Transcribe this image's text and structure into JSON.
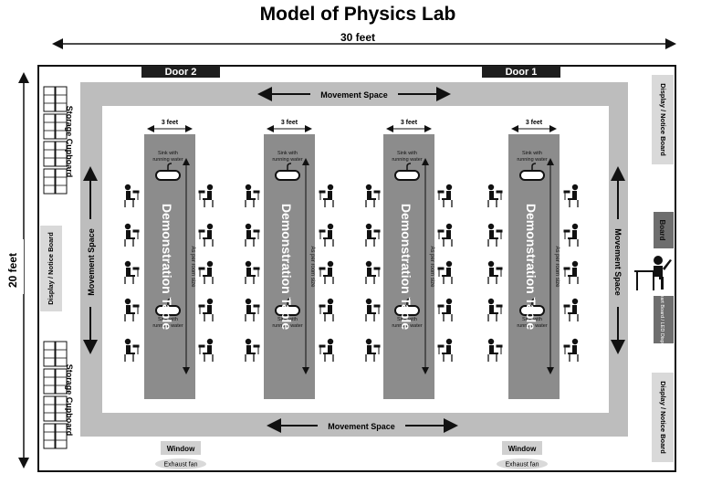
{
  "title": "Model of Physics Lab",
  "dimensions": {
    "width_label": "30 feet",
    "height_label": "20 feet"
  },
  "doors": [
    "Door 2",
    "Door 1"
  ],
  "movement_space": "Movement Space",
  "storage_cupboard": "Storage Cupboard",
  "display_notice_board": "Display / Notice Board",
  "right_wall": {
    "board": "Board",
    "smart_board": "Smart Board / LED Display"
  },
  "table": {
    "label": "Demonstration Table",
    "size_note": "As per room size",
    "width_label": "3 feet",
    "sink_line1": "Sink with",
    "sink_line2": "running water",
    "count": 4
  },
  "window": "Window",
  "exhaust_fan": "Exhaust fan",
  "colors": {
    "outer_band": "#bdbdbd",
    "table": "#8c8c8c",
    "ink": "#111111",
    "label_box": "#1e1e1e",
    "panel": "#d9d9d9"
  }
}
